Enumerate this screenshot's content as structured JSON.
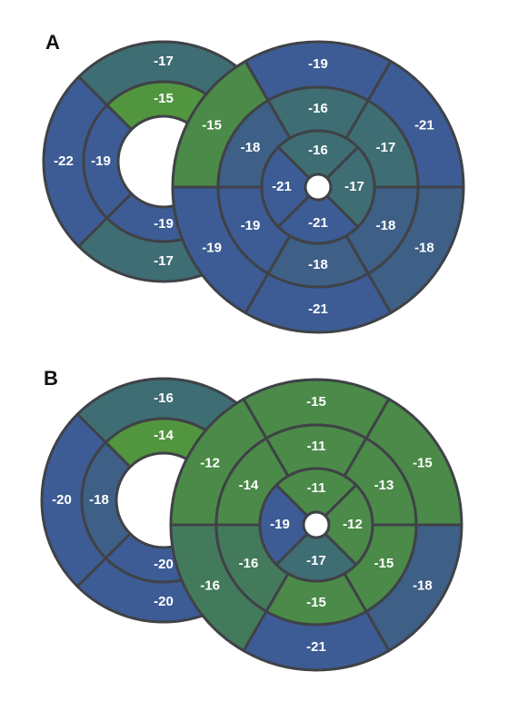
{
  "colors": {
    "blue": "#3d5c95",
    "teal": "#3f6d74",
    "slate": "#3e5f86",
    "green": "#4b8a48",
    "bright_green": "#52953f",
    "outline": "#3f4247"
  },
  "panels": [
    {
      "letter": "A",
      "left_ring": {
        "outer": {
          "top": "-17",
          "left": "-22",
          "bottom": "-17"
        },
        "inner": {
          "top": "-15",
          "left": "-19",
          "bottom": "-19"
        },
        "colors": {
          "outer_top": "#3f6d74",
          "outer_left": "#3d5c95",
          "outer_bottom": "#3f6d74",
          "inner_top": "#52953f",
          "inner_left": "#3d5c95",
          "inner_bottom": "#3d5c95"
        }
      },
      "bullseye": {
        "outer": [
          "-19",
          "-21",
          "-18",
          "-21",
          "-19",
          "-15"
        ],
        "middle": [
          "-16",
          "-17",
          "-18",
          "-18",
          "-19",
          "-18"
        ],
        "inner": [
          "-16",
          "-17",
          "-21",
          "-21"
        ],
        "outer_colors": [
          "#3d5c95",
          "#3d5c95",
          "#3e5f86",
          "#3d5c95",
          "#3d5c95",
          "#4b8a48"
        ],
        "middle_colors": [
          "#3f6d74",
          "#3f6d74",
          "#3e5f86",
          "#3e5f86",
          "#3d5c95",
          "#3e5f86"
        ],
        "inner_colors": [
          "#3f6d74",
          "#3f6d74",
          "#3d5c95",
          "#3d5c95"
        ]
      }
    },
    {
      "letter": "B",
      "left_ring": {
        "outer": {
          "top": "-16",
          "left": "-20",
          "bottom": "-20"
        },
        "inner": {
          "top": "-14",
          "left": "-18",
          "bottom": "-20"
        },
        "colors": {
          "outer_top": "#3f6d74",
          "outer_left": "#3d5c95",
          "outer_bottom": "#3d5c95",
          "inner_top": "#52953f",
          "inner_left": "#3e5f86",
          "inner_bottom": "#3d5c95"
        }
      },
      "bullseye": {
        "outer": [
          "-15",
          "-15",
          "-18",
          "-21",
          "-16",
          "-12"
        ],
        "middle": [
          "-11",
          "-13",
          "-15",
          "-15",
          "-16",
          "-14"
        ],
        "inner": [
          "-11",
          "-12",
          "-17",
          "-19"
        ],
        "outer_colors": [
          "#4b8a48",
          "#4b8a48",
          "#3e5f86",
          "#3d5c95",
          "#447a5c",
          "#4b8a48"
        ],
        "middle_colors": [
          "#4b8a48",
          "#4b8a48",
          "#4b8a48",
          "#4b8a48",
          "#447a5c",
          "#4b8a48"
        ],
        "inner_colors": [
          "#4b8a48",
          "#4b8a48",
          "#3f6d74",
          "#3d5c95"
        ]
      }
    }
  ]
}
